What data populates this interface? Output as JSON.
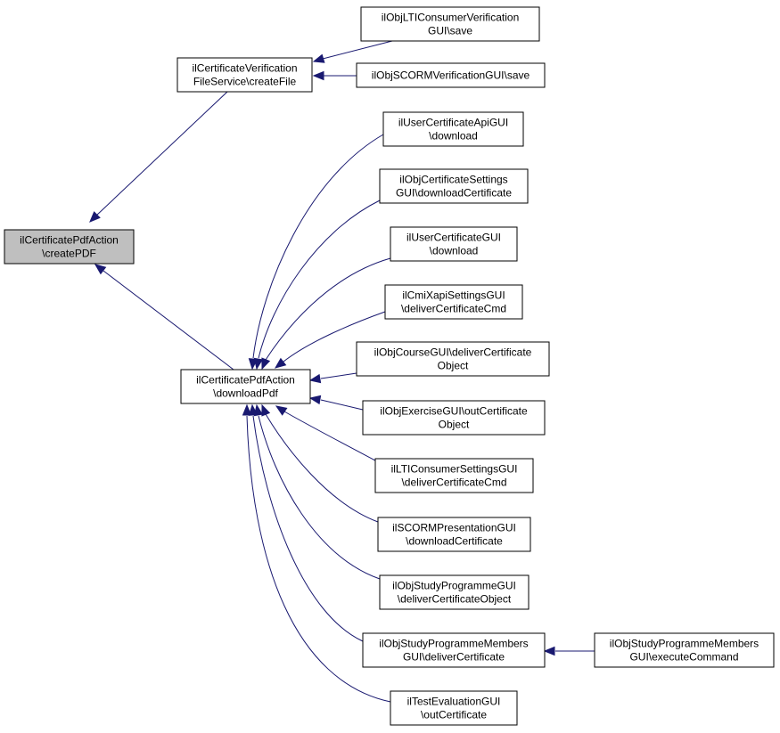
{
  "nodes": [
    {
      "id": "createPDF",
      "lines": [
        "ilCertificatePdfAction",
        "\\createPDF"
      ]
    },
    {
      "id": "createFile",
      "lines": [
        "ilCertificateVerification",
        "FileService\\createFile"
      ]
    },
    {
      "id": "ltiVerifSave",
      "lines": [
        "ilObjLTIConsumerVerification",
        "GUI\\save"
      ]
    },
    {
      "id": "scormVerifSave",
      "lines": [
        "ilObjSCORMVerificationGUI\\save"
      ]
    },
    {
      "id": "downloadPdf",
      "lines": [
        "ilCertificatePdfAction",
        "\\downloadPdf"
      ]
    },
    {
      "id": "userCertApiDownload",
      "lines": [
        "ilUserCertificateApiGUI",
        "\\download"
      ]
    },
    {
      "id": "objCertSettingsDownload",
      "lines": [
        "ilObjCertificateSettings",
        "GUI\\downloadCertificate"
      ]
    },
    {
      "id": "userCertGuiDownload",
      "lines": [
        "ilUserCertificateGUI",
        "\\download"
      ]
    },
    {
      "id": "cmiXapiDeliver",
      "lines": [
        "ilCmiXapiSettingsGUI",
        "\\deliverCertificateCmd"
      ]
    },
    {
      "id": "courseDeliver",
      "lines": [
        "ilObjCourseGUI\\deliverCertificate",
        "Object"
      ]
    },
    {
      "id": "exerciseOut",
      "lines": [
        "ilObjExerciseGUI\\outCertificate",
        "Object"
      ]
    },
    {
      "id": "ltiSettingsDeliver",
      "lines": [
        "ilLTIConsumerSettingsGUI",
        "\\deliverCertificateCmd"
      ]
    },
    {
      "id": "scormPresDownload",
      "lines": [
        "ilSCORMPresentationGUI",
        "\\downloadCertificate"
      ]
    },
    {
      "id": "studyProgDeliver",
      "lines": [
        "ilObjStudyProgrammeGUI",
        "\\deliverCertificateObject"
      ]
    },
    {
      "id": "studyProgMembersDeliver",
      "lines": [
        "ilObjStudyProgrammeMembers",
        "GUI\\deliverCertificate"
      ]
    },
    {
      "id": "studyProgMembersExecute",
      "lines": [
        "ilObjStudyProgrammeMembers",
        "GUI\\executeCommand"
      ]
    },
    {
      "id": "testEvalOut",
      "lines": [
        "ilTestEvaluationGUI",
        "\\outCertificate"
      ]
    }
  ],
  "edges": [
    {
      "from": "createFile",
      "to": "createPDF"
    },
    {
      "from": "downloadPdf",
      "to": "createPDF"
    },
    {
      "from": "ltiVerifSave",
      "to": "createFile"
    },
    {
      "from": "scormVerifSave",
      "to": "createFile"
    },
    {
      "from": "userCertApiDownload",
      "to": "downloadPdf"
    },
    {
      "from": "objCertSettingsDownload",
      "to": "downloadPdf"
    },
    {
      "from": "userCertGuiDownload",
      "to": "downloadPdf"
    },
    {
      "from": "cmiXapiDeliver",
      "to": "downloadPdf"
    },
    {
      "from": "courseDeliver",
      "to": "downloadPdf"
    },
    {
      "from": "exerciseOut",
      "to": "downloadPdf"
    },
    {
      "from": "ltiSettingsDeliver",
      "to": "downloadPdf"
    },
    {
      "from": "scormPresDownload",
      "to": "downloadPdf"
    },
    {
      "from": "studyProgDeliver",
      "to": "downloadPdf"
    },
    {
      "from": "studyProgMembersDeliver",
      "to": "downloadPdf"
    },
    {
      "from": "testEvalOut",
      "to": "downloadPdf"
    },
    {
      "from": "studyProgMembersExecute",
      "to": "studyProgMembersDeliver"
    }
  ],
  "colors": {
    "edge": "#191970",
    "highlight_fill": "#bfbfbf",
    "node_fill": "#ffffff",
    "node_stroke": "#000000"
  }
}
